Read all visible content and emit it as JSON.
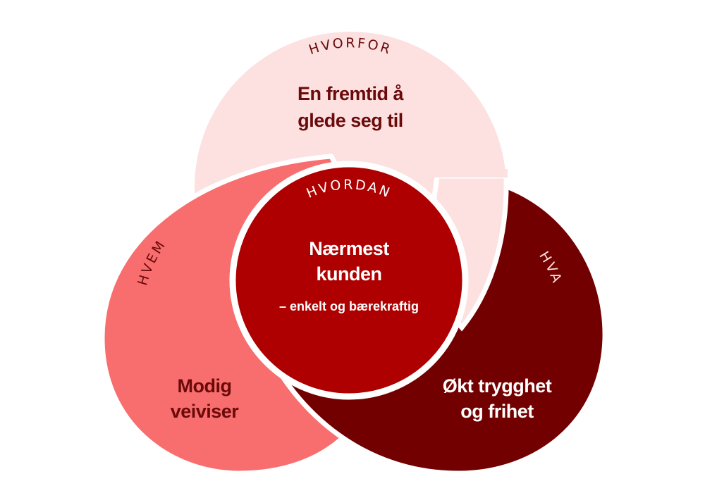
{
  "colors": {
    "pink": "#fde0e0",
    "salmon": "#f86e6e",
    "dark": "#730000",
    "center": "#ae0000",
    "dark_text": "#6b0a0a",
    "white": "#ffffff"
  },
  "top": {
    "label": "HVORFOR",
    "line1": "En fremtid å",
    "line2": "glede seg til"
  },
  "center": {
    "label": "HVORDAN",
    "line1": "Nærmest",
    "line2": "kunden",
    "line3": "– enkelt og bærekraftig"
  },
  "left": {
    "label": "HVEM",
    "line1": "Modig",
    "line2": "veiviser"
  },
  "right": {
    "label": "HVA",
    "line1": "Økt trygghet",
    "line2": "og frihet"
  }
}
